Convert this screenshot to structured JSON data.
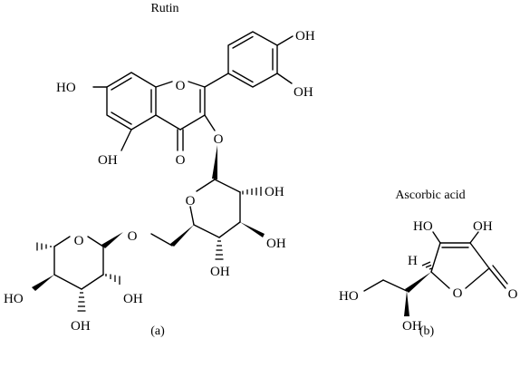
{
  "rutin": {
    "title": "Rutin",
    "caption": "(a)",
    "labels": {
      "oh_b4": "OH",
      "oh_b3": "OH",
      "ho_a7": "HO",
      "o_ring": "O",
      "oh_a5": "OH",
      "o_keto": "O",
      "o_glyc": "O",
      "o_glc_ring": "O",
      "oh_glc2": "OH",
      "oh_glc3": "OH",
      "oh_glc4": "OH",
      "o_link": "O",
      "o_rha_ring": "O",
      "ho_rha4": "HO",
      "oh_rha2": "OH",
      "oh_rha3": "OH"
    }
  },
  "ascorbic": {
    "title": "Ascorbic acid",
    "caption": "(b)",
    "labels": {
      "ho_c3": "HO",
      "oh_c2": "OH",
      "h_c4": "H",
      "o_carbonyl": "O",
      "o_ring": "O",
      "ho_c6": "HO",
      "oh_c5": "OH"
    }
  }
}
